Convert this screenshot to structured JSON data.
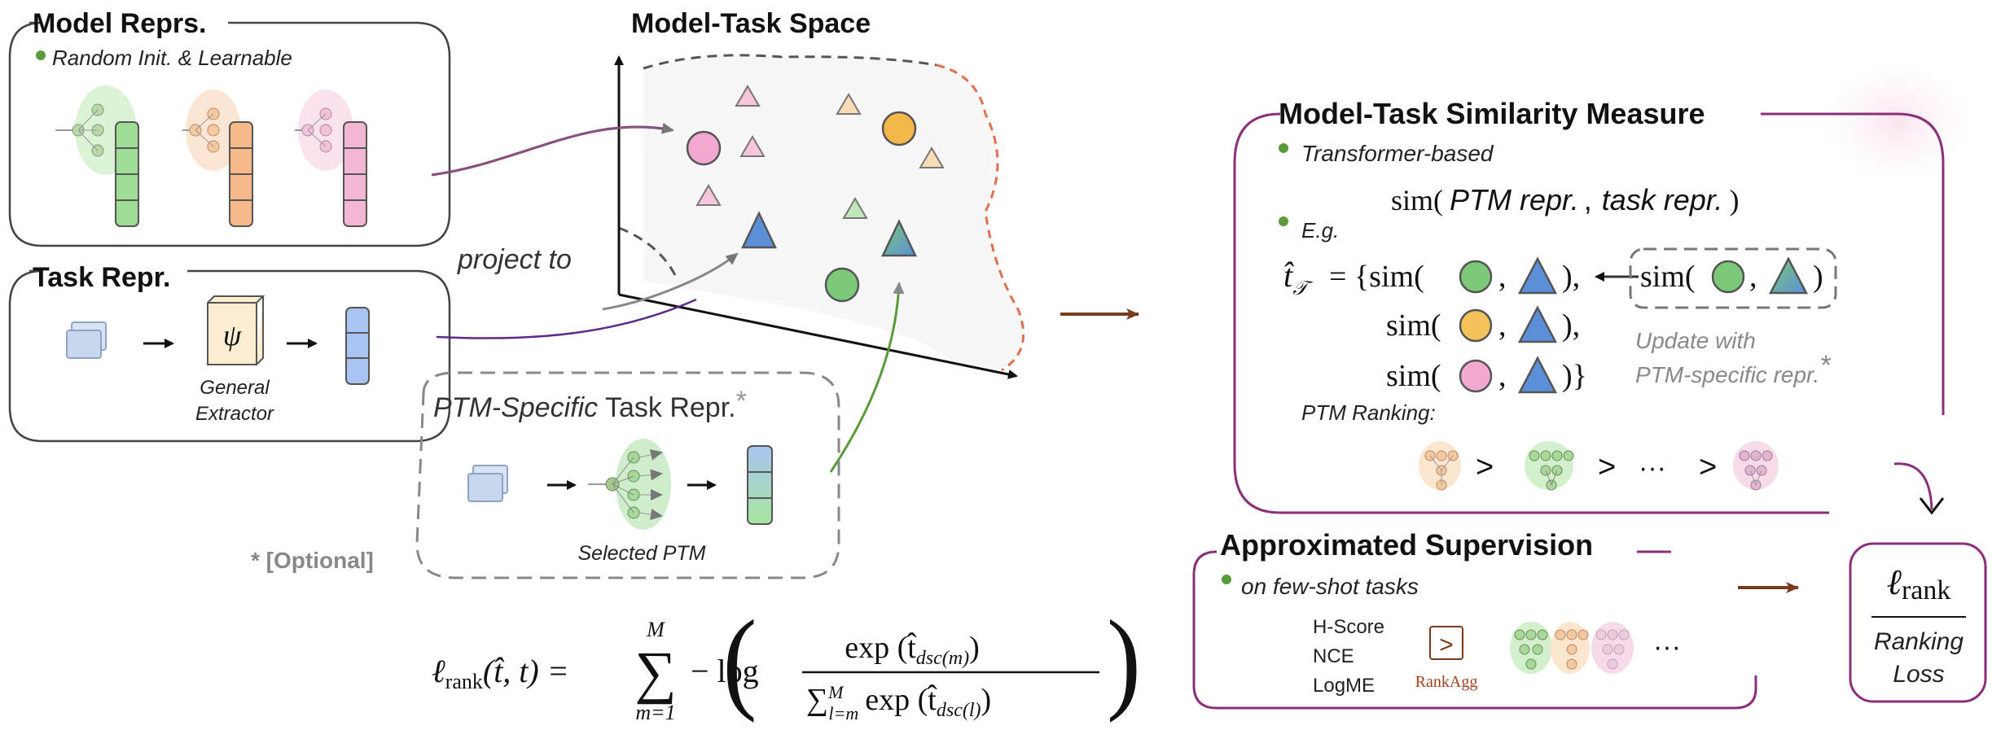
{
  "colors": {
    "green": "#7cc97a",
    "orange": "#f4b27a",
    "pink": "#f3a9cf",
    "blue": "#5b8fd8",
    "purple_line": "#8a2f7a",
    "brown": "#7a3a1c",
    "dark_gray": "#555555",
    "bullet": "#5a9a3a"
  },
  "model_reprs": {
    "title": "Model Reprs.",
    "bullet": "Random Init. & Learnable"
  },
  "task_repr": {
    "title": "Task Repr.",
    "extractor_symbol": "ψ",
    "extractor_label_1": "General",
    "extractor_label_2": "Extractor"
  },
  "ptm_specific": {
    "title_italic": "PTM-Specific",
    "title_rest": " Task Repr.",
    "star": "*",
    "selected_label": "Selected PTM"
  },
  "optional_note": "* [Optional]",
  "project_to": "project to",
  "space": {
    "title": "Model-Task Space"
  },
  "similarity": {
    "title": "Model-Task Similarity Measure",
    "bullet1": "Transformer-based",
    "sim_prefix": "sim(",
    "sim_ptm": "PTM repr.",
    "sim_comma": ",",
    "sim_task": "task repr.",
    "sim_suffix": ")",
    "bullet2": "E.g.",
    "t_hat": "t̂",
    "t_sub": "𝒯",
    "equals_brace": "= {sim(",
    "close_comma": "),",
    "close_brace": ")}",
    "sim_open": "sim(",
    "comma": ",",
    "close": ")",
    "update_1": "Update with",
    "update_2": "PTM-specific repr.",
    "update_star": "*",
    "ptm_ranking": "PTM Ranking:",
    "gt": ">",
    "ellipsis": "···"
  },
  "supervision": {
    "title": "Approximated Supervision",
    "bullet": "on few-shot tasks",
    "methods": [
      "H-Score",
      "NCE",
      "LogME"
    ],
    "rankagg_symbol": ">",
    "rankagg_label": "RankAgg",
    "ellipsis": "···"
  },
  "loss_box": {
    "symbol": "ℓ",
    "sub": "rank",
    "label_1": "Ranking",
    "label_2": "Loss"
  },
  "formula": {
    "lhs": "ℓ",
    "lhs_sub": "rank",
    "lhs_args": "(t̂, t) =",
    "sum_top": "M",
    "sum_symbol": "∑",
    "sum_bottom": "m=1",
    "neg_log": "− log",
    "numerator": "exp (t̂",
    "num_sub": "dsc(m)",
    "num_close": ")",
    "den_sum": "∑",
    "den_sup": "M",
    "den_sub_range": "l=m",
    "den_exp": "exp (t̂",
    "den_sub": "dsc(l)",
    "den_close": ")"
  }
}
